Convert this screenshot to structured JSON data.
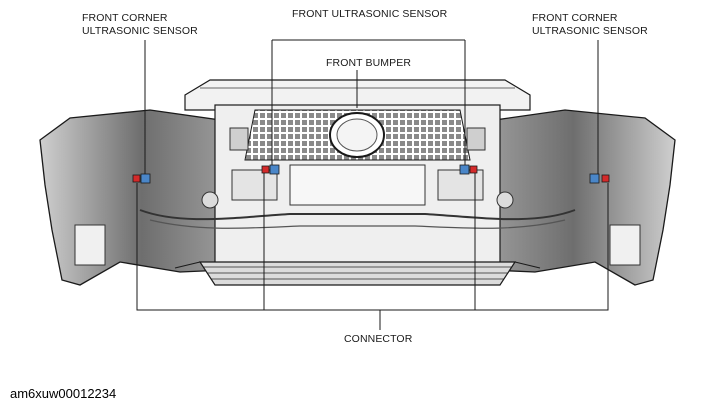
{
  "labels": {
    "front_corner_left": "FRONT CORNER\nULTRASONIC SENSOR",
    "front_ultrasonic": "FRONT ULTRASONIC SENSOR",
    "front_corner_right": "FRONT CORNER\nULTRASONIC SENSOR",
    "front_bumper": "FRONT BUMPER",
    "connector": "CONNECTOR"
  },
  "figure_id": "am6xuw00012234",
  "colors": {
    "sensor": "#4a86c8",
    "connector": "#d42a2a",
    "outline": "#1a1a1a",
    "bumper_shade": "#8c8c8c"
  }
}
